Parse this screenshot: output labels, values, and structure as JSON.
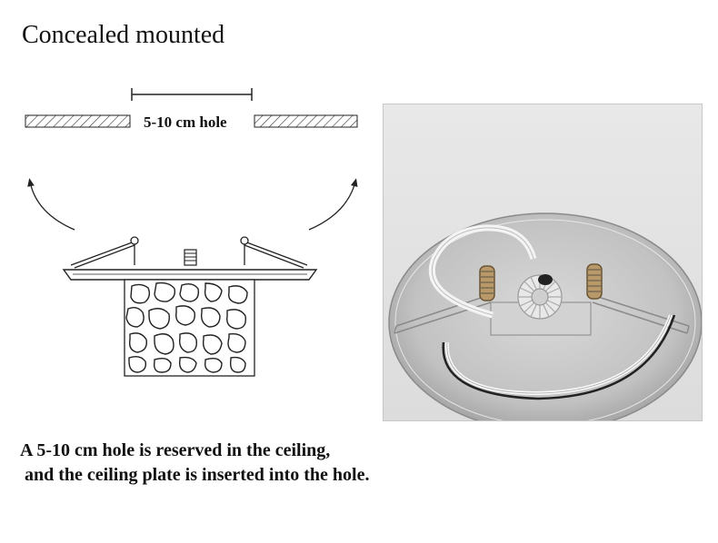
{
  "title": "Concealed mounted",
  "diagram": {
    "hole_label": "5-10 cm hole"
  },
  "photo": {
    "subject": "recessed-led-downlight-product-photo"
  },
  "caption": {
    "line1": "A 5-10 cm hole is reserved in the ceiling,",
    "line2": " and the ceiling plate is inserted into the hole."
  }
}
